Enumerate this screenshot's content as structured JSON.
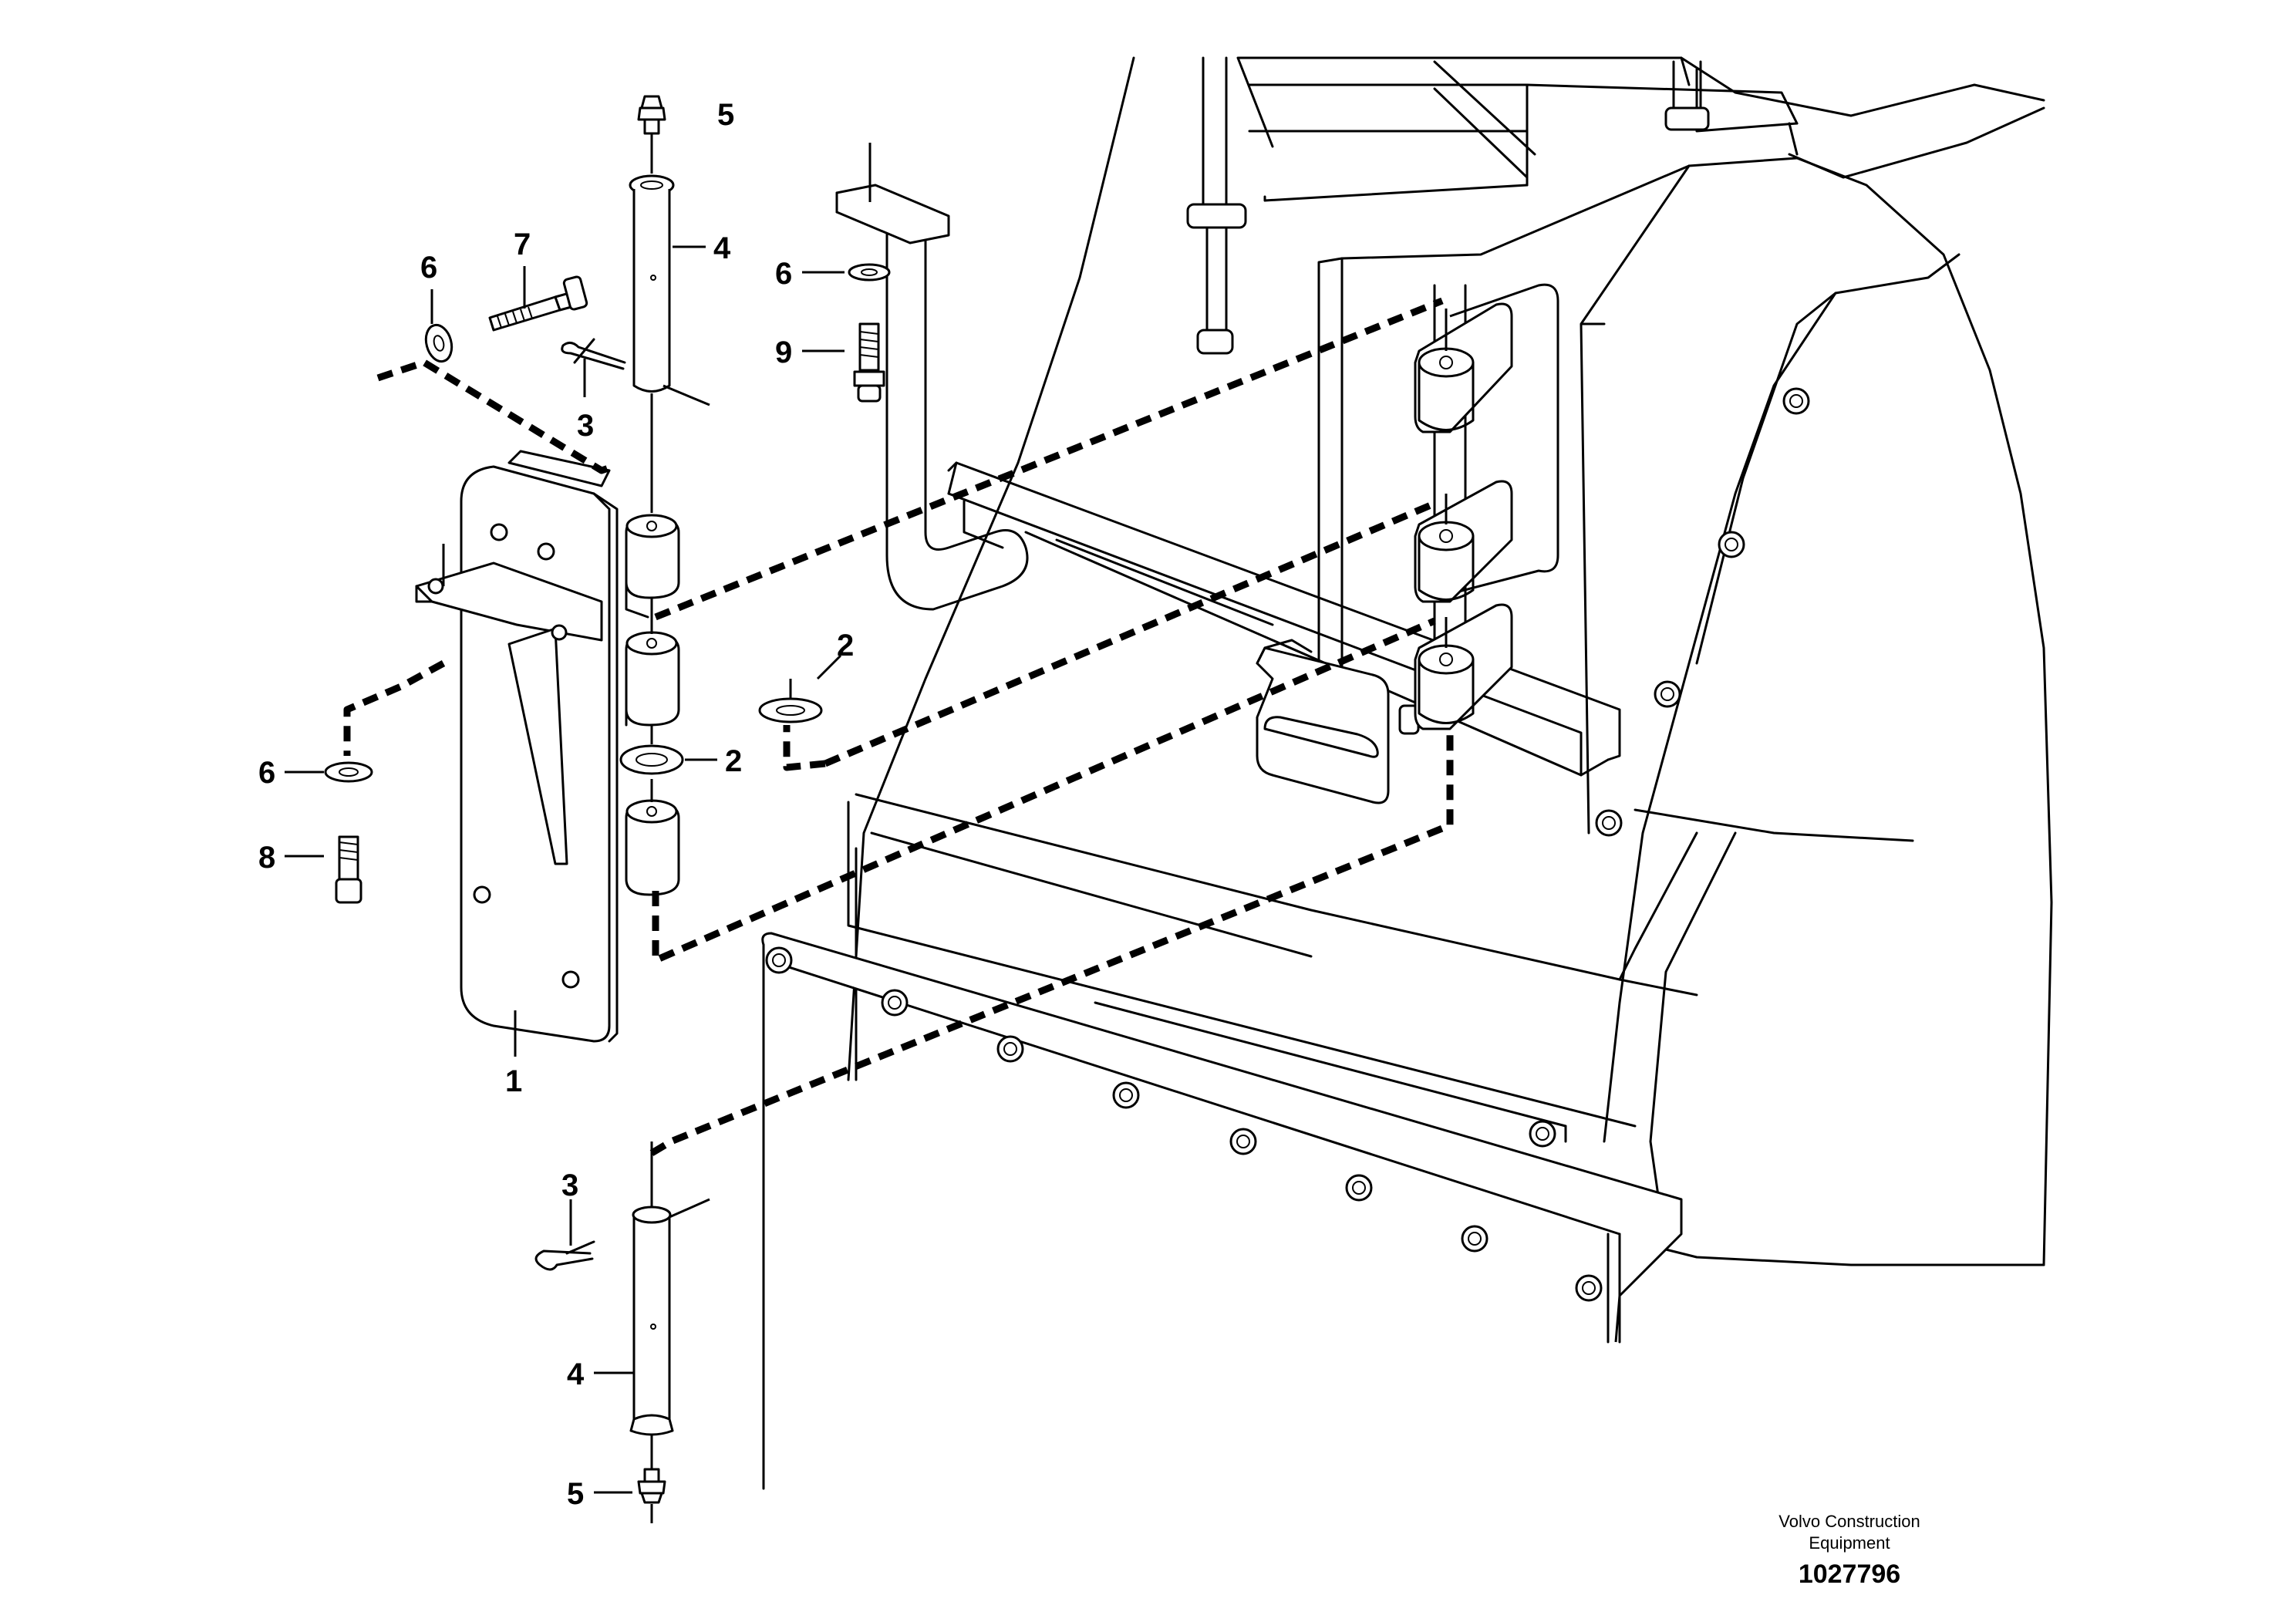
{
  "callouts": {
    "c1": "1",
    "c2a": "2",
    "c2b": "2",
    "c3a": "3",
    "c3b": "3",
    "c4a": "4",
    "c4b": "4",
    "c5a": "5",
    "c5b": "5",
    "c6a": "6",
    "c6b": "6",
    "c6c": "6",
    "c7": "7",
    "c8": "8",
    "c9": "9"
  },
  "footer": {
    "brand_line1": "Volvo Construction",
    "brand_line2": "Equipment",
    "drawing_number": "1027796"
  }
}
